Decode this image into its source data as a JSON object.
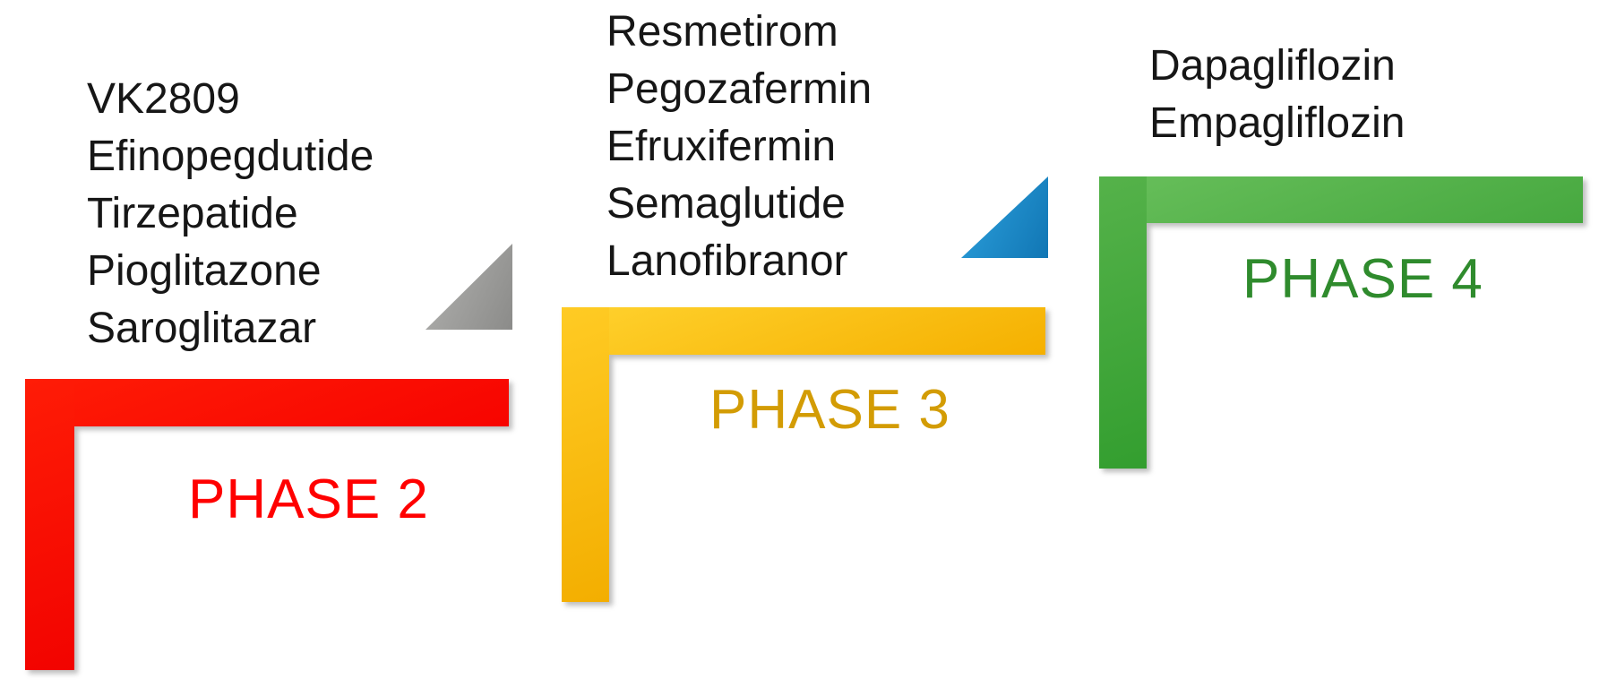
{
  "diagram": {
    "background": "#ffffff",
    "text_color": "#161616",
    "phases": [
      {
        "label": "PHASE 2",
        "label_color": "#ff0000",
        "bar_color": "#fb0600",
        "drugs": [
          "VK2809",
          "Efinopegdutide",
          "Tirzepatide",
          "Pioglitazone",
          "Saroglitazar"
        ]
      },
      {
        "label": "PHASE 3",
        "label_color": "#d39c04",
        "bar_color": "#ffc113",
        "drugs": [
          "Resmetirom",
          "Pegozafermin",
          "Efruxifermin",
          "Semaglutide",
          "Lanofibranor"
        ]
      },
      {
        "label": "PHASE 4",
        "label_color": "#2f8b2d",
        "bar_color": "#4cab44",
        "drugs": [
          "Dapagliflozin",
          "Empagliflozin"
        ]
      }
    ],
    "connectors": [
      {
        "name": "gray-triangle",
        "color": "#9c9c9a"
      },
      {
        "name": "blue-triangle",
        "color": "#1e8fd0"
      }
    ]
  }
}
